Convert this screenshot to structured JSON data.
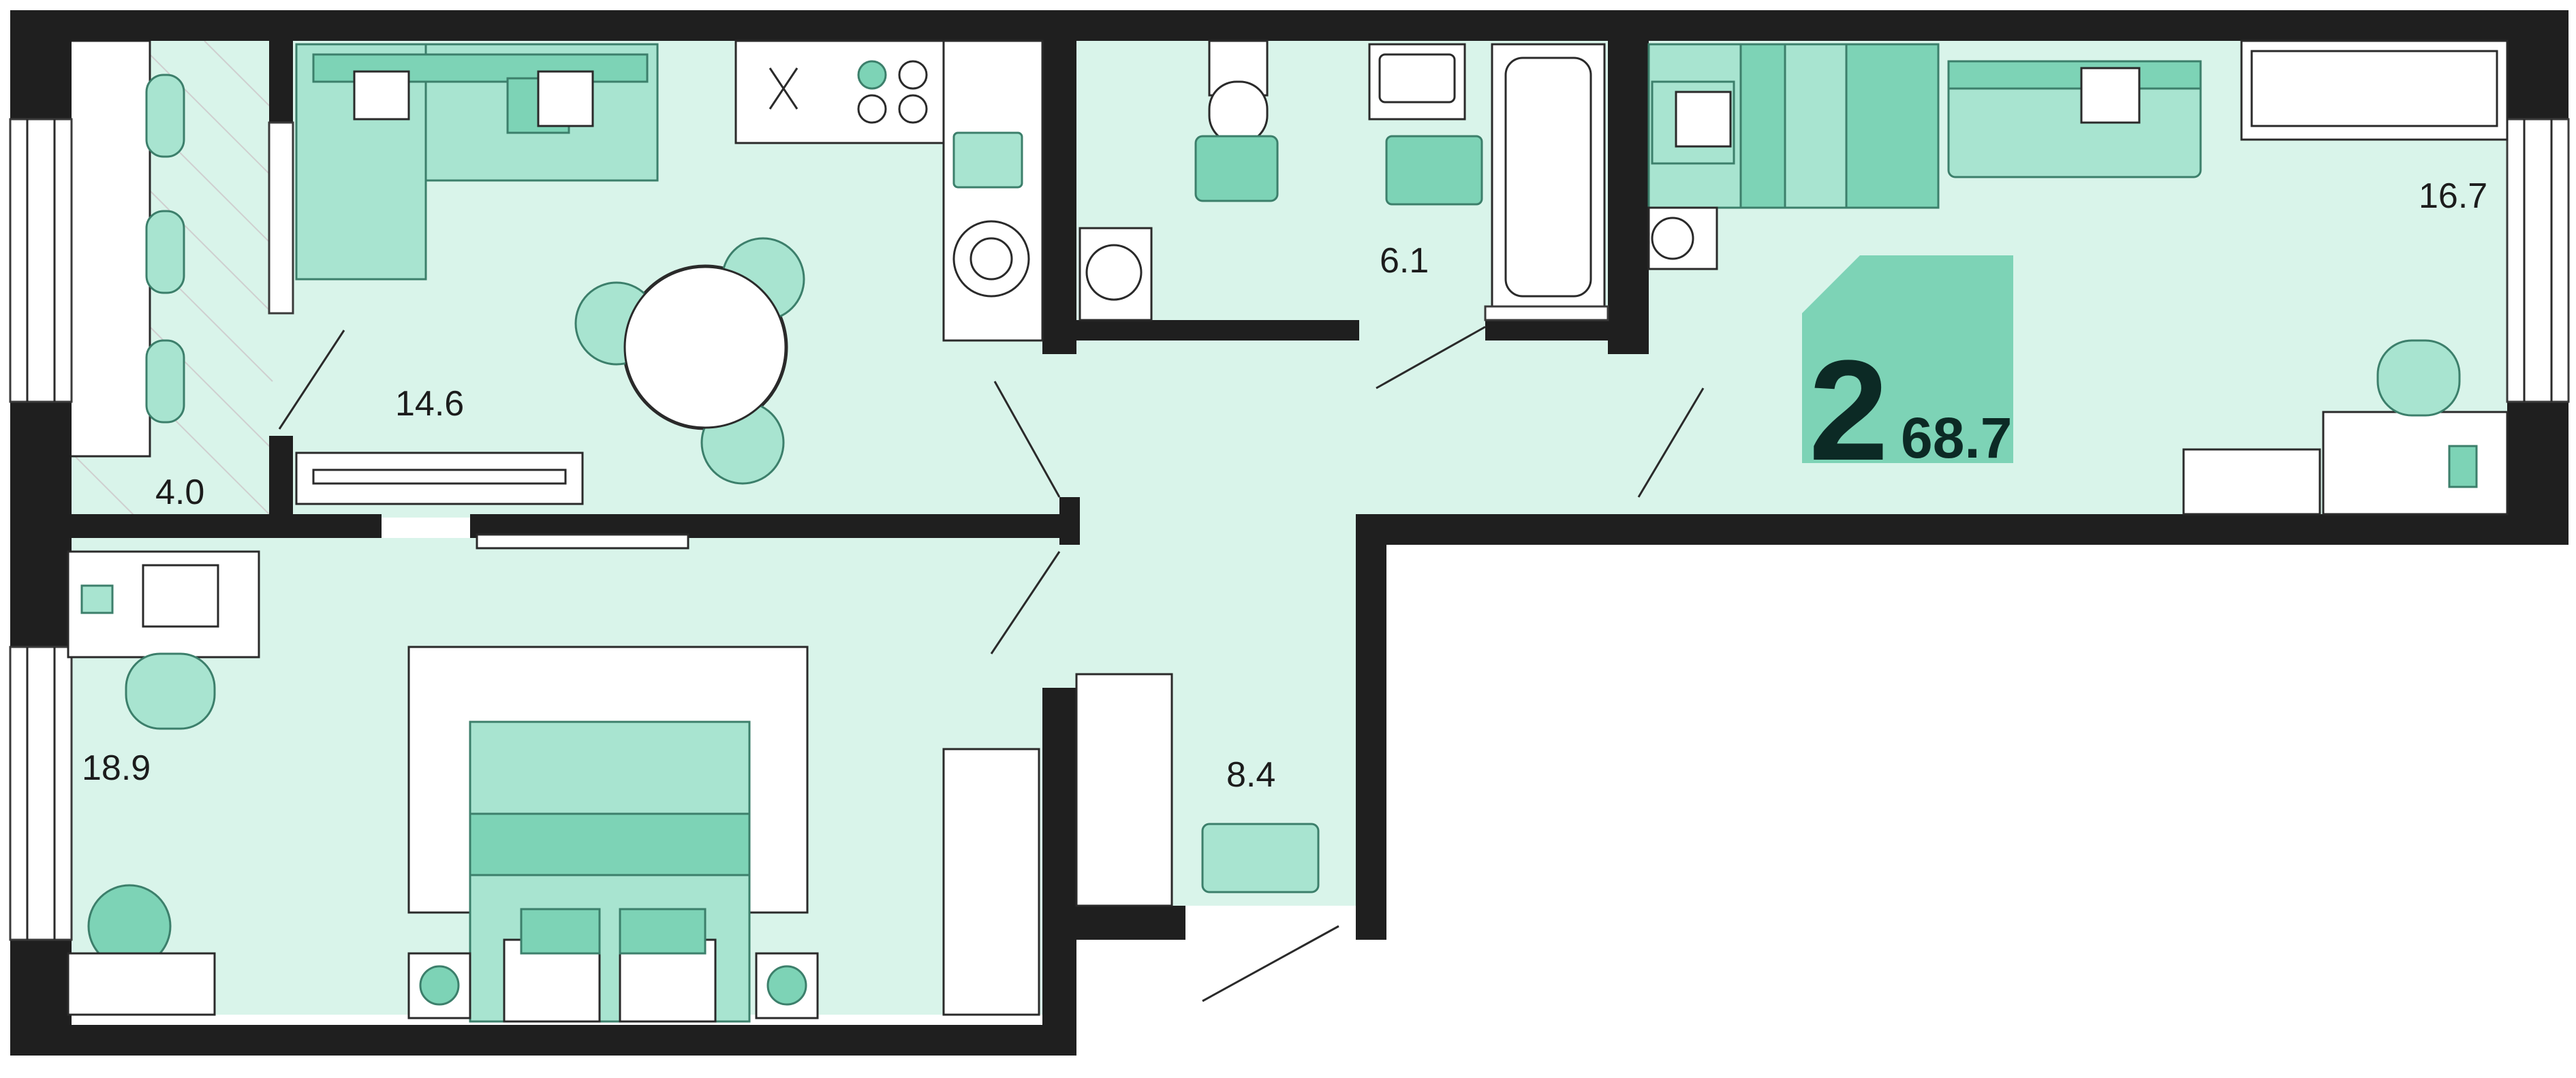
{
  "plan": {
    "rooms": [
      {
        "id": "balcony",
        "area": "4.0"
      },
      {
        "id": "kitchen-living",
        "area": "14.6"
      },
      {
        "id": "bathroom",
        "area": "6.1"
      },
      {
        "id": "bedroom-right",
        "area": "16.7"
      },
      {
        "id": "bedroom-left",
        "area": "18.9"
      },
      {
        "id": "hallway",
        "area": "8.4"
      }
    ],
    "badge": {
      "rooms": "2",
      "total_area": "68.7"
    },
    "colors": {
      "floor": "#d9f4ea",
      "accent": "#7dd3b6",
      "accent_light": "#a8e4d0",
      "wall": "#1f1f1f",
      "badge_text": "#0c2a25"
    }
  }
}
